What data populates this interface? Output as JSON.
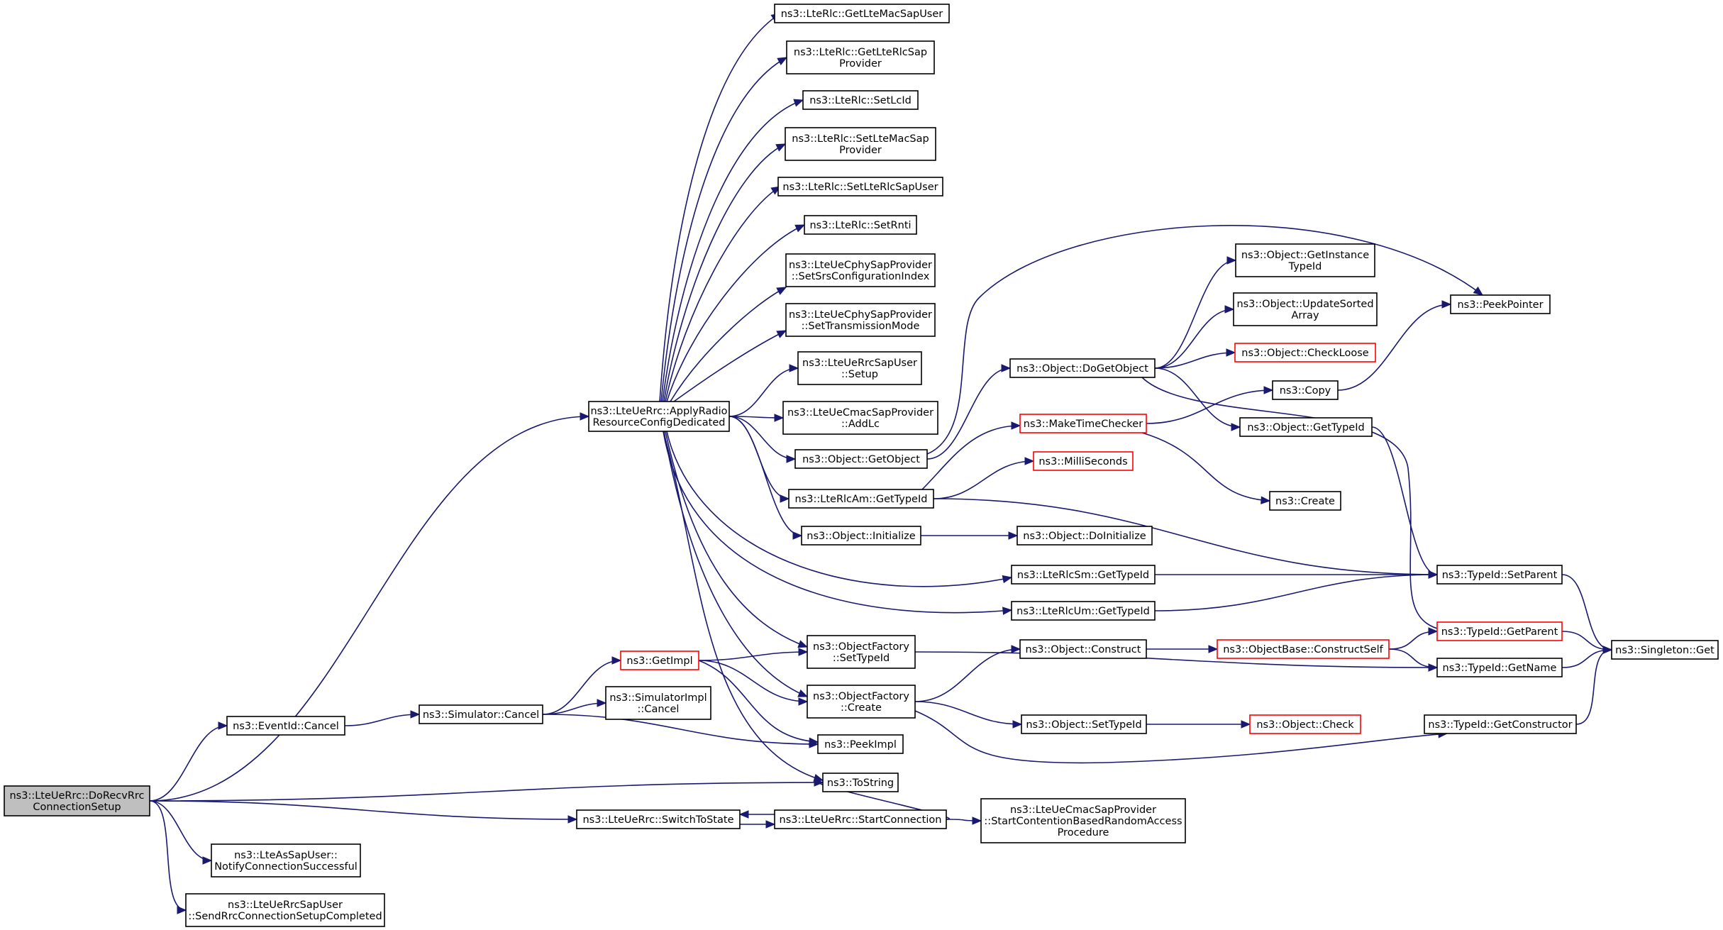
{
  "colors": {
    "edge": "#191970",
    "node_border": "#000000",
    "truncated_border": "#ff0000",
    "root_fill": "#bfbfbf",
    "node_fill": "#ffffff"
  },
  "nodes": [
    {
      "id": "root",
      "lines": [
        "ns3::LteUeRrc::DoRecvRrc",
        "ConnectionSetup"
      ],
      "style": "root"
    },
    {
      "id": "applyRadio",
      "lines": [
        "ns3::LteUeRrc::ApplyRadio",
        "ResourceConfigDedicated"
      ],
      "style": "normal"
    },
    {
      "id": "getLteMacSapUser",
      "lines": [
        "ns3::LteRlc::GetLteMacSapUser"
      ],
      "style": "normal"
    },
    {
      "id": "getLteRlcSapProvider",
      "lines": [
        "ns3::LteRlc::GetLteRlcSap",
        "Provider"
      ],
      "style": "normal"
    },
    {
      "id": "setLcId",
      "lines": [
        "ns3::LteRlc::SetLcId"
      ],
      "style": "normal"
    },
    {
      "id": "setLteMacSapProvider",
      "lines": [
        "ns3::LteRlc::SetLteMacSap",
        "Provider"
      ],
      "style": "normal"
    },
    {
      "id": "setLteRlcSapUser",
      "lines": [
        "ns3::LteRlc::SetLteRlcSapUser"
      ],
      "style": "normal"
    },
    {
      "id": "setRnti",
      "lines": [
        "ns3::LteRlc::SetRnti"
      ],
      "style": "normal"
    },
    {
      "id": "setSrsConfigIndex",
      "lines": [
        "ns3::LteUeCphySapProvider",
        "::SetSrsConfigurationIndex"
      ],
      "style": "normal"
    },
    {
      "id": "setTransmissionMode",
      "lines": [
        "ns3::LteUeCphySapProvider",
        "::SetTransmissionMode"
      ],
      "style": "normal"
    },
    {
      "id": "rrcSapUserSetup",
      "lines": [
        "ns3::LteUeRrcSapUser",
        "::Setup"
      ],
      "style": "normal"
    },
    {
      "id": "cmacAddLc",
      "lines": [
        "ns3::LteUeCmacSapProvider",
        "::AddLc"
      ],
      "style": "normal"
    },
    {
      "id": "getObject",
      "lines": [
        "ns3::Object::GetObject"
      ],
      "style": "normal"
    },
    {
      "id": "rlcAmGetTypeId",
      "lines": [
        "ns3::LteRlcAm::GetTypeId"
      ],
      "style": "normal"
    },
    {
      "id": "objectInitialize",
      "lines": [
        "ns3::Object::Initialize"
      ],
      "style": "normal"
    },
    {
      "id": "rlcSmGetTypeId",
      "lines": [
        "ns3::LteRlcSm::GetTypeId"
      ],
      "style": "normal"
    },
    {
      "id": "rlcUmGetTypeId",
      "lines": [
        "ns3::LteRlcUm::GetTypeId"
      ],
      "style": "normal"
    },
    {
      "id": "ofSetTypeId",
      "lines": [
        "ns3::ObjectFactory",
        "::SetTypeId"
      ],
      "style": "normal"
    },
    {
      "id": "ofCreate",
      "lines": [
        "ns3::ObjectFactory",
        "::Create"
      ],
      "style": "normal"
    },
    {
      "id": "peekImpl",
      "lines": [
        "ns3::PeekImpl"
      ],
      "style": "normal"
    },
    {
      "id": "toString",
      "lines": [
        "ns3::ToString"
      ],
      "style": "normal"
    },
    {
      "id": "switchToState",
      "lines": [
        "ns3::LteUeRrc::SwitchToState"
      ],
      "style": "normal"
    },
    {
      "id": "startConnection",
      "lines": [
        "ns3::LteUeRrc::StartConnection"
      ],
      "style": "normal"
    },
    {
      "id": "startContention",
      "lines": [
        "ns3::LteUeCmacSapProvider",
        "::StartContentionBasedRandomAccess",
        "Procedure"
      ],
      "style": "normal"
    },
    {
      "id": "eventIdCancel",
      "lines": [
        "ns3::EventId::Cancel"
      ],
      "style": "normal"
    },
    {
      "id": "simulatorCancel",
      "lines": [
        "ns3::Simulator::Cancel"
      ],
      "style": "normal"
    },
    {
      "id": "getImpl",
      "lines": [
        "ns3::GetImpl"
      ],
      "style": "truncated"
    },
    {
      "id": "simImplCancel",
      "lines": [
        "ns3::SimulatorImpl",
        "::Cancel"
      ],
      "style": "normal"
    },
    {
      "id": "notifyConnSuccess",
      "lines": [
        "ns3::LteAsSapUser::",
        "NotifyConnectionSuccessful"
      ],
      "style": "normal"
    },
    {
      "id": "sendRrcSetupCompleted",
      "lines": [
        "ns3::LteUeRrcSapUser",
        "::SendRrcConnectionSetupCompleted"
      ],
      "style": "normal"
    },
    {
      "id": "doGetObject",
      "lines": [
        "ns3::Object::DoGetObject"
      ],
      "style": "normal"
    },
    {
      "id": "getInstanceTypeId",
      "lines": [
        "ns3::Object::GetInstance",
        "TypeId"
      ],
      "style": "normal"
    },
    {
      "id": "updateSortedArray",
      "lines": [
        "ns3::Object::UpdateSorted",
        "Array"
      ],
      "style": "normal"
    },
    {
      "id": "checkLoose",
      "lines": [
        "ns3::Object::CheckLoose"
      ],
      "style": "truncated"
    },
    {
      "id": "copy",
      "lines": [
        "ns3::Copy"
      ],
      "style": "normal"
    },
    {
      "id": "objectGetTypeId",
      "lines": [
        "ns3::Object::GetTypeId"
      ],
      "style": "normal"
    },
    {
      "id": "makeTimeChecker",
      "lines": [
        "ns3::MakeTimeChecker"
      ],
      "style": "truncated"
    },
    {
      "id": "milliSeconds",
      "lines": [
        "ns3::MilliSeconds"
      ],
      "style": "truncated"
    },
    {
      "id": "create",
      "lines": [
        "ns3::Create"
      ],
      "style": "normal"
    },
    {
      "id": "doInitialize",
      "lines": [
        "ns3::Object::DoInitialize"
      ],
      "style": "normal"
    },
    {
      "id": "objectConstruct",
      "lines": [
        "ns3::Object::Construct"
      ],
      "style": "normal"
    },
    {
      "id": "constructSelf",
      "lines": [
        "ns3::ObjectBase::ConstructSelf"
      ],
      "style": "truncated"
    },
    {
      "id": "objectSetTypeId",
      "lines": [
        "ns3::Object::SetTypeId"
      ],
      "style": "normal"
    },
    {
      "id": "objectCheck",
      "lines": [
        "ns3::Object::Check"
      ],
      "style": "truncated"
    },
    {
      "id": "peekPointer",
      "lines": [
        "ns3::PeekPointer"
      ],
      "style": "normal"
    },
    {
      "id": "typeIdSetParent",
      "lines": [
        "ns3::TypeId::SetParent"
      ],
      "style": "normal"
    },
    {
      "id": "typeIdGetParent",
      "lines": [
        "ns3::TypeId::GetParent"
      ],
      "style": "truncated"
    },
    {
      "id": "typeIdGetName",
      "lines": [
        "ns3::TypeId::GetName"
      ],
      "style": "normal"
    },
    {
      "id": "typeIdGetConstructor",
      "lines": [
        "ns3::TypeId::GetConstructor"
      ],
      "style": "normal"
    },
    {
      "id": "singletonGet",
      "lines": [
        "ns3::Singleton::Get"
      ],
      "style": "normal"
    }
  ],
  "edges": [
    [
      "root",
      "applyRadio"
    ],
    [
      "root",
      "eventIdCancel"
    ],
    [
      "root",
      "toString"
    ],
    [
      "root",
      "switchToState"
    ],
    [
      "root",
      "notifyConnSuccess"
    ],
    [
      "root",
      "sendRrcSetupCompleted"
    ],
    [
      "applyRadio",
      "getLteMacSapUser"
    ],
    [
      "applyRadio",
      "getLteRlcSapProvider"
    ],
    [
      "applyRadio",
      "setLcId"
    ],
    [
      "applyRadio",
      "setLteMacSapProvider"
    ],
    [
      "applyRadio",
      "setLteRlcSapUser"
    ],
    [
      "applyRadio",
      "setRnti"
    ],
    [
      "applyRadio",
      "setSrsConfigIndex"
    ],
    [
      "applyRadio",
      "setTransmissionMode"
    ],
    [
      "applyRadio",
      "rrcSapUserSetup"
    ],
    [
      "applyRadio",
      "cmacAddLc"
    ],
    [
      "applyRadio",
      "getObject"
    ],
    [
      "applyRadio",
      "rlcAmGetTypeId"
    ],
    [
      "applyRadio",
      "objectInitialize"
    ],
    [
      "applyRadio",
      "rlcSmGetTypeId"
    ],
    [
      "applyRadio",
      "rlcUmGetTypeId"
    ],
    [
      "applyRadio",
      "ofSetTypeId"
    ],
    [
      "applyRadio",
      "ofCreate"
    ],
    [
      "applyRadio",
      "toString"
    ],
    [
      "eventIdCancel",
      "simulatorCancel"
    ],
    [
      "simulatorCancel",
      "getImpl"
    ],
    [
      "simulatorCancel",
      "simImplCancel"
    ],
    [
      "simulatorCancel",
      "peekImpl"
    ],
    [
      "getImpl",
      "ofSetTypeId"
    ],
    [
      "getImpl",
      "ofCreate"
    ],
    [
      "getImpl",
      "peekImpl"
    ],
    [
      "switchToState",
      "startConnection"
    ],
    [
      "startConnection",
      "switchToState"
    ],
    [
      "startConnection",
      "toString"
    ],
    [
      "startConnection",
      "startContention"
    ],
    [
      "getObject",
      "doGetObject"
    ],
    [
      "getObject",
      "peekPointer"
    ],
    [
      "doGetObject",
      "getInstanceTypeId"
    ],
    [
      "doGetObject",
      "updateSortedArray"
    ],
    [
      "doGetObject",
      "checkLoose"
    ],
    [
      "doGetObject",
      "objectGetTypeId"
    ],
    [
      "doGetObject",
      "typeIdGetParent"
    ],
    [
      "rlcAmGetTypeId",
      "makeTimeChecker"
    ],
    [
      "rlcAmGetTypeId",
      "milliSeconds"
    ],
    [
      "rlcAmGetTypeId",
      "typeIdSetParent"
    ],
    [
      "makeTimeChecker",
      "copy"
    ],
    [
      "makeTimeChecker",
      "create"
    ],
    [
      "copy",
      "peekPointer"
    ],
    [
      "objectGetTypeId",
      "typeIdSetParent"
    ],
    [
      "objectInitialize",
      "doInitialize"
    ],
    [
      "rlcSmGetTypeId",
      "typeIdSetParent"
    ],
    [
      "rlcUmGetTypeId",
      "typeIdSetParent"
    ],
    [
      "ofSetTypeId",
      "typeIdGetName"
    ],
    [
      "ofCreate",
      "objectConstruct"
    ],
    [
      "ofCreate",
      "objectSetTypeId"
    ],
    [
      "ofCreate",
      "typeIdGetConstructor"
    ],
    [
      "objectConstruct",
      "constructSelf"
    ],
    [
      "constructSelf",
      "typeIdGetParent"
    ],
    [
      "constructSelf",
      "typeIdGetName"
    ],
    [
      "objectSetTypeId",
      "objectCheck"
    ],
    [
      "typeIdSetParent",
      "singletonGet"
    ],
    [
      "typeIdGetParent",
      "singletonGet"
    ],
    [
      "typeIdGetName",
      "singletonGet"
    ],
    [
      "typeIdGetConstructor",
      "singletonGet"
    ]
  ]
}
